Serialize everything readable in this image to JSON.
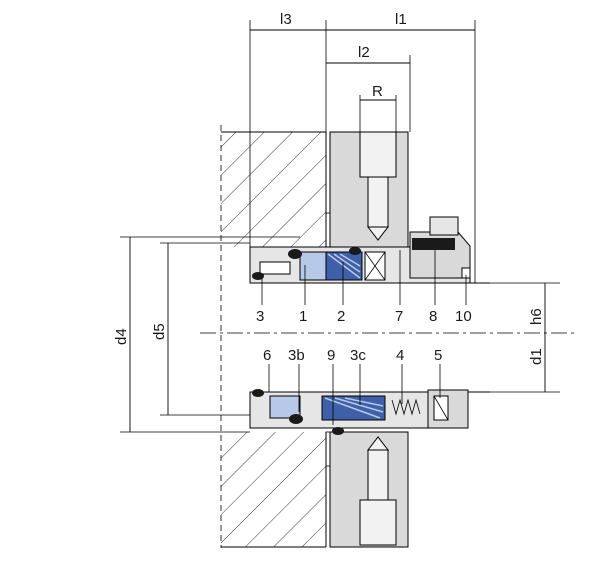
{
  "dimensions": {
    "l3": "l3",
    "l1": "l1",
    "l2": "l2",
    "R": "R",
    "d4": "d4",
    "d5": "d5",
    "h6": "h6",
    "d1": "d1"
  },
  "parts_top": [
    "3",
    "1",
    "2",
    "7",
    "8",
    "10"
  ],
  "parts_bottom": [
    "6",
    "3b",
    "9",
    "3c",
    "4",
    "5"
  ],
  "colors": {
    "line": "#000000",
    "gland": "#d9d9d9",
    "shaft_bg": "#ffffff",
    "seal_face_blue": "#3f5fa8",
    "seal_face_dark": "#1f2f66",
    "light_blue": "#b7c9e8",
    "oring": "#1a1a1a",
    "housing_fill": "#ffffff"
  }
}
